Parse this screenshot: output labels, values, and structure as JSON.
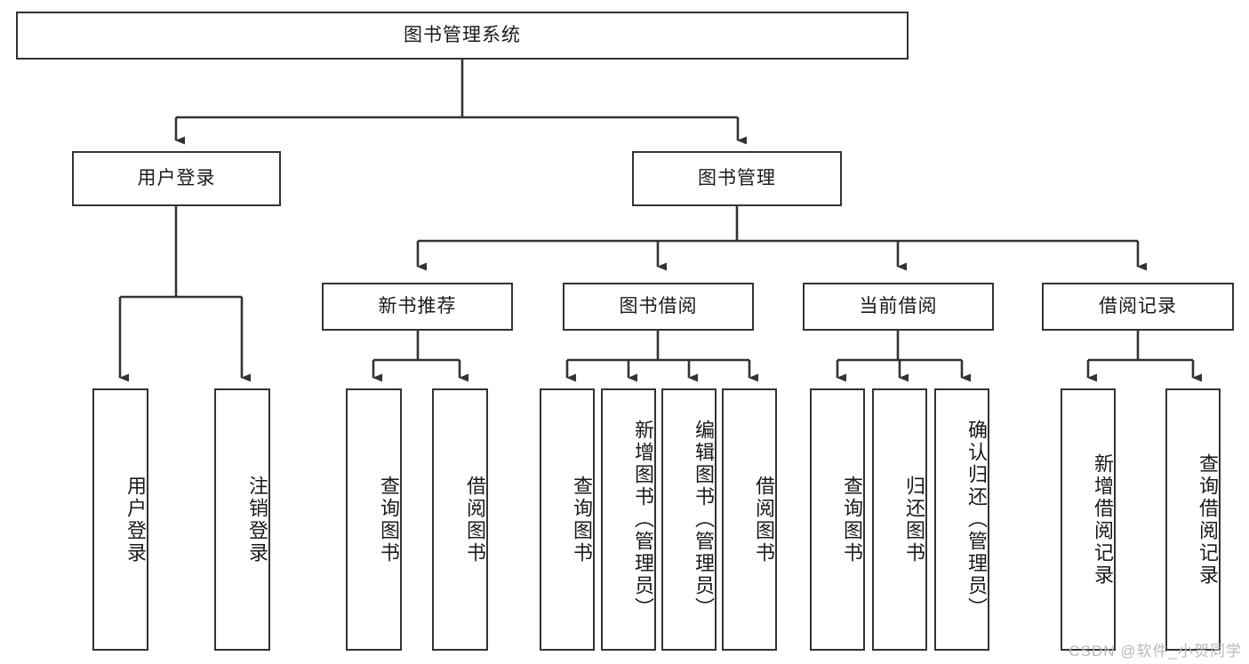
{
  "diagram": {
    "type": "tree",
    "title": "图书管理系统",
    "root": {
      "label": "图书管理系统"
    },
    "level1": [
      {
        "label": "用户登录"
      },
      {
        "label": "图书管理"
      }
    ],
    "level2": [
      {
        "label": "新书推荐"
      },
      {
        "label": "图书借阅"
      },
      {
        "label": "当前借阅"
      },
      {
        "label": "借阅记录"
      }
    ],
    "leaves": {
      "user_login": [
        {
          "label": "用户登录"
        },
        {
          "label": "注销登录"
        }
      ],
      "new_book_recommend": [
        {
          "label": "查询图书"
        },
        {
          "label": "借阅图书"
        }
      ],
      "book_borrow": [
        {
          "label": "查询图书"
        },
        {
          "label": "新增图书（管理员）"
        },
        {
          "label": "编辑图书（管理员）"
        },
        {
          "label": "借阅图书"
        }
      ],
      "current_borrow": [
        {
          "label": "查询图书"
        },
        {
          "label": "归还图书"
        },
        {
          "label": "确认归还（管理员）"
        }
      ],
      "borrow_record": [
        {
          "label": "新增借阅记录"
        },
        {
          "label": "查询借阅记录"
        }
      ]
    }
  },
  "watermark": {
    "text": "CSDN @软件_小贺同学"
  },
  "colors": {
    "stroke": "#333333",
    "box_fill": "#ffffff",
    "text": "#1a1a1a",
    "watermark": "#b9b9b9"
  }
}
